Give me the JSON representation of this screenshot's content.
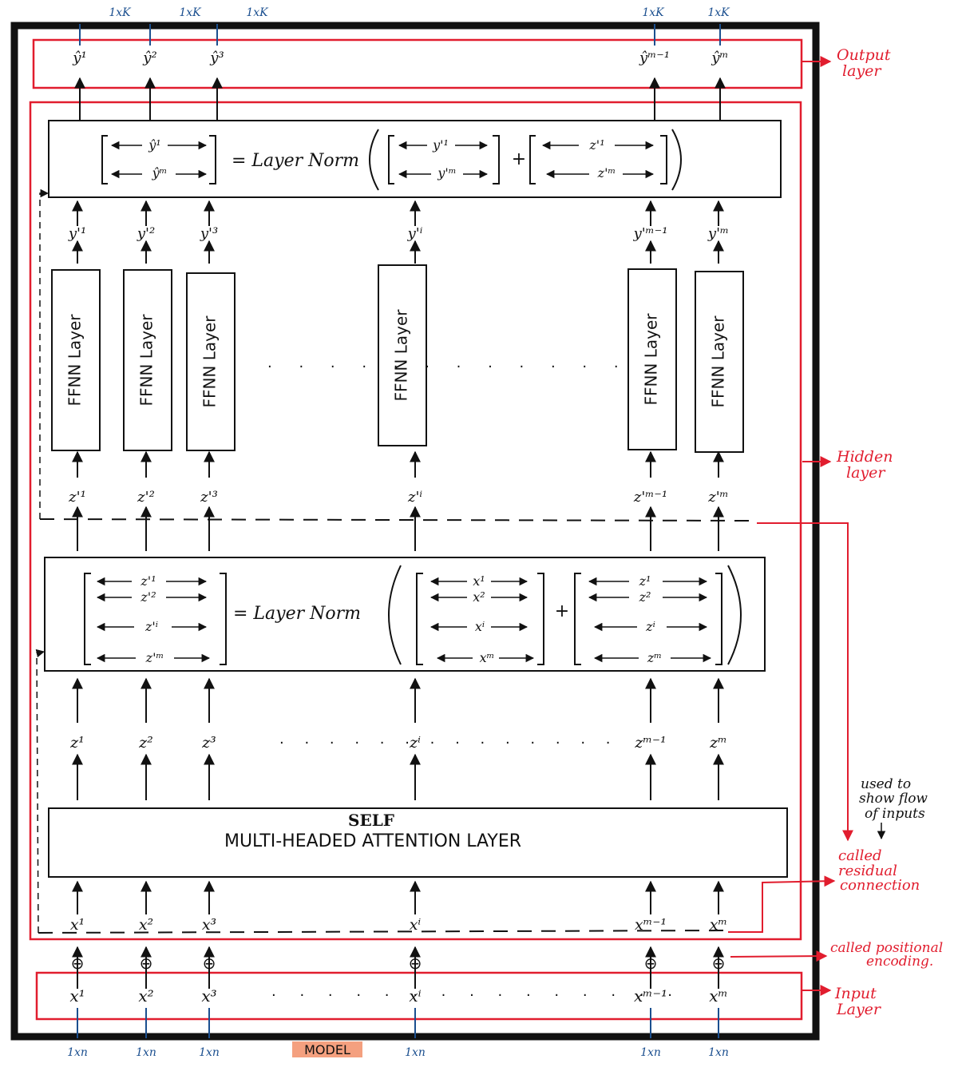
{
  "dims": {
    "top": [
      "1xK",
      "1xK",
      "1xK",
      "1xK",
      "1xK"
    ],
    "bottom": [
      "1xn",
      "1xn",
      "1xn",
      "1xn",
      "1xn",
      "1xn"
    ]
  },
  "model_label": "MODEL",
  "side_labels": {
    "output": [
      "Output",
      "layer"
    ],
    "hidden": [
      "Hidden",
      "layer"
    ],
    "note": [
      "used to",
      "show flow",
      "of inputs"
    ],
    "residual": [
      "called",
      "residual",
      "connection"
    ],
    "positional": [
      "called positional",
      "encoding."
    ],
    "input": [
      "Input",
      "Layer"
    ]
  },
  "output_tokens": [
    "ŷ¹",
    "ŷ²",
    "ŷ³",
    "ŷᵐ⁻¹",
    "ŷᵐ"
  ],
  "norm_top": {
    "eq": "= Layer Norm",
    "lhs": [
      "ŷ¹",
      "ŷᵐ"
    ],
    "a": [
      "y'¹",
      "y'ᵐ"
    ],
    "b": [
      "z'¹",
      "z'ᵐ"
    ],
    "plus": "+"
  },
  "y_prime": [
    "y'¹",
    "y'²",
    "y'³",
    "y'ⁱ",
    "y'ᵐ⁻¹",
    "y'ᵐ"
  ],
  "ffnn_label": "FFNN Layer",
  "z_prime": [
    "z'¹",
    "z'²",
    "z'³",
    "z'ⁱ",
    "z'ᵐ⁻¹",
    "z'ᵐ"
  ],
  "norm_mid": {
    "eq": "= Layer Norm",
    "lhs": [
      "z'¹",
      "z'²",
      "z'ⁱ",
      "z'ᵐ"
    ],
    "a": [
      "x¹",
      "x²",
      "xⁱ",
      "xᵐ"
    ],
    "b": [
      "z¹",
      "z²",
      "zⁱ",
      "zᵐ"
    ],
    "plus": "+"
  },
  "z_tokens": [
    "z¹",
    "z²",
    "z³",
    "zⁱ",
    "zᵐ⁻¹",
    "zᵐ"
  ],
  "attention": {
    "self": "SELF",
    "line": "MULTI-HEADED ATTENTION LAYER"
  },
  "x_tokens": [
    "x¹",
    "x²",
    "x³",
    "xⁱ",
    "xᵐ⁻¹",
    "xᵐ"
  ],
  "plus_sym": "⊕",
  "input_tokens": [
    "x¹",
    "x²",
    "x³",
    "xⁱ",
    "xᵐ⁻¹",
    "xᵐ"
  ],
  "colors": {
    "red": "#e11d2e",
    "blue": "#1b4f8f",
    "black": "#111111",
    "model_bg": "#f4a07f"
  }
}
